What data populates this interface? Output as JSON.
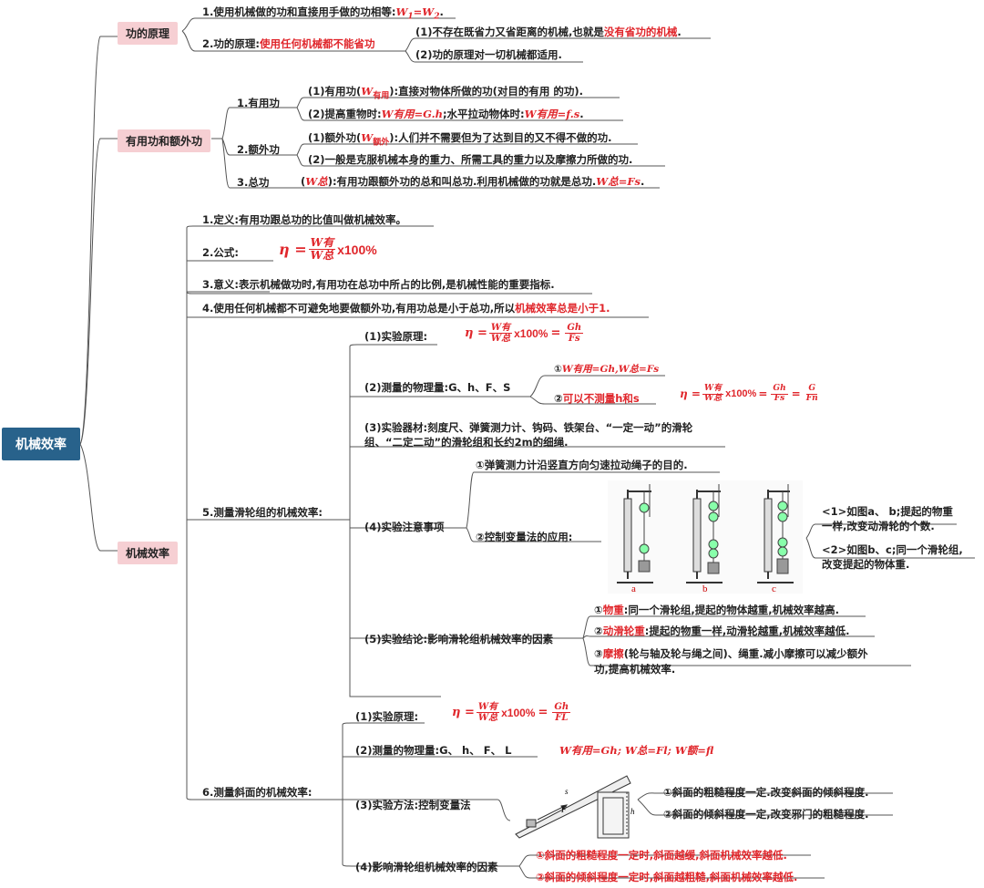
{
  "root": "机械效率",
  "cat1": {
    "label": "功的原理",
    "l1_a": "1.使用机械做的功和直接用手做的功相等:",
    "l1_b": "W",
    "l1_c": "1",
    "l1_d": "=W",
    "l1_e": "2",
    "l1_f": ".",
    "l2_a": "2.功的原理:",
    "l2_b": "使用任何机械都不能省功",
    "s1_a": "(1)不存在既省力又省距离的机械,也就是",
    "s1_b": "没有省功的机械",
    "s1_c": ".",
    "s2": "(2)功的原理对一切机械都适用."
  },
  "cat2": {
    "label": "有用功和额外功",
    "a": "1.有用功",
    "a1_a": "(1)有用功(",
    "a1_b": "W",
    "a1_c": "有用",
    "a1_d": "):直接对物体所做的功(对目的有用 的功).",
    "a2_a": "(2)提高重物时:",
    "a2_b": "W有用=G.h",
    "a2_c": ";水平拉动物体时:",
    "a2_d": "W有用=f.s",
    "a2_e": ".",
    "b": "2.额外功",
    "b1_a": "(1)额外功(",
    "b1_b": "W",
    "b1_c": "额外",
    "b1_d": "):人们并不需要但为了达到目的又不得不做的功.",
    "b2": "(2)一般是克服机械本身的重力、所需工具的重力以及摩擦力所做的功.",
    "c": "3.总功",
    "c1_a": "(",
    "c1_b": "W总",
    "c1_c": "):有用功跟额外功的总和叫总功.利用机械做的功就是总功.",
    "c1_d": "W总=Fs",
    "c1_e": "."
  },
  "cat3": {
    "label": "机械效率",
    "i1": "1.定义:有用功跟总功的比值叫做机械效率。",
    "i2": "2.公式:",
    "eta": "η =",
    "w_you": "W有",
    "w_zong": "W总",
    "x100": "x100%",
    "i3": "3.意义:表示机械做功时,有用功在总功中所占的比例,是机械性能的重要指标.",
    "i4_a": "4.使用任何机械都不可避免地要做额外功,有用功总是小于总功,所以",
    "i4_b": "机械效率总是小于1.",
    "i5": "5.测量滑轮组的机械效率:",
    "i5_1": "(1)实验原理:",
    "f1_gh": "Gh",
    "f1_fs": "Fs",
    "i5_2": "(2)测量的物理量:G、h、F、S",
    "i5_2a_a": "①",
    "i5_2a_b": "W有用=Gh,W总=Fs",
    "i5_2b_a": "②",
    "i5_2b_b": "可以不测量h和s",
    "f2_g": "G",
    "f2_fn": "Fn",
    "i5_3a": "(3)实验器材:刻度尺、弹簧测力计、钩码、铁架台、“一定一动”的滑轮",
    "i5_3b": "组、“二定二动”的滑轮组和长约2m的细绳.",
    "i5_4": "(4)实验注意事项",
    "i5_4a": "①弹簧测力计沿竖直方向匀速拉动绳子的目的.",
    "i5_4b": "②控制变量法的应用:",
    "photo_a": "a",
    "photo_b": "b",
    "photo_c": "c",
    "n1a": "<1>如图a、 b;提起的物重",
    "n1b": "一样,改变动滑轮的个数.",
    "n2a": "<2>如图b、c;同一个滑轮组,",
    "n2b": "改变提起的物体重.",
    "i5_5": "(5)实验结论:影响滑轮组机械效率的因素",
    "c1_a": "①",
    "c1_b": "物重",
    "c1_c": ":同一个滑轮组,提起的物体越重,机械效率越高.",
    "c2_a": "②",
    "c2_b": "动滑轮重",
    "c2_c": ":提起的物重一样,动滑轮越重,机械效率越低.",
    "c3_a": "③",
    "c3_b": "摩擦",
    "c3_c": "(轮与轴及轮与绳之间)、绳重.减小摩擦可以减少额外",
    "c3_d": "功,提高机械效率.",
    "i6": "6.测量斜面的机械效率:",
    "i6_1": "(1)实验原理:",
    "f3_fl": "FL",
    "i6_2": "(2)测量的物理量:G、 h、 F、 L",
    "i6_2r": "W有用=Gh; W总=Fl; W额=fl",
    "i6_3": "(3)实验方法:控制变量法",
    "i6_3a": "①斜面的粗糙程度一定.改变斜面的倾斜程度.",
    "i6_3b": "②斜面的倾斜程度一定,改变邪门的粗糙程度.",
    "inc_s": "s",
    "inc_f": "F",
    "inc_h": "h",
    "i6_4": "(4)影响滑轮组机械效率的因素",
    "i6_4a": "①斜面的粗糙程度一定时,斜面越缓,斜面机械效率越低.",
    "i6_4b": "②斜面的倾斜程度一定时,斜面越粗糙,斜面机械效率越低."
  },
  "colors": {
    "root_bg": "#28628b",
    "category_bg": "#f6cfd3",
    "accent": "#e0262b",
    "line": "#555555"
  }
}
